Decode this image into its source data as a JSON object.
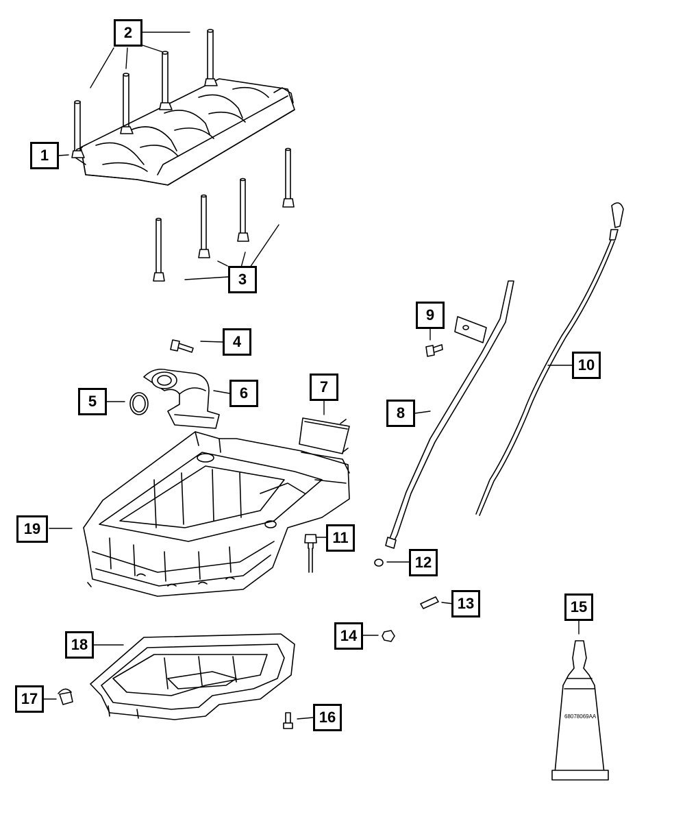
{
  "callouts": {
    "c1": "1",
    "c2": "2",
    "c3": "3",
    "c4": "4",
    "c5": "5",
    "c6": "6",
    "c7": "7",
    "c8": "8",
    "c9": "9",
    "c10": "10",
    "c11": "11",
    "c12": "12",
    "c13": "13",
    "c14": "14",
    "c15": "15",
    "c16": "16",
    "c17": "17",
    "c18": "18",
    "c19": "19"
  },
  "tube_label": "68078069AA",
  "colors": {
    "line": "#000000",
    "fill": "#ffffff",
    "shade": "#d9d9d9"
  }
}
